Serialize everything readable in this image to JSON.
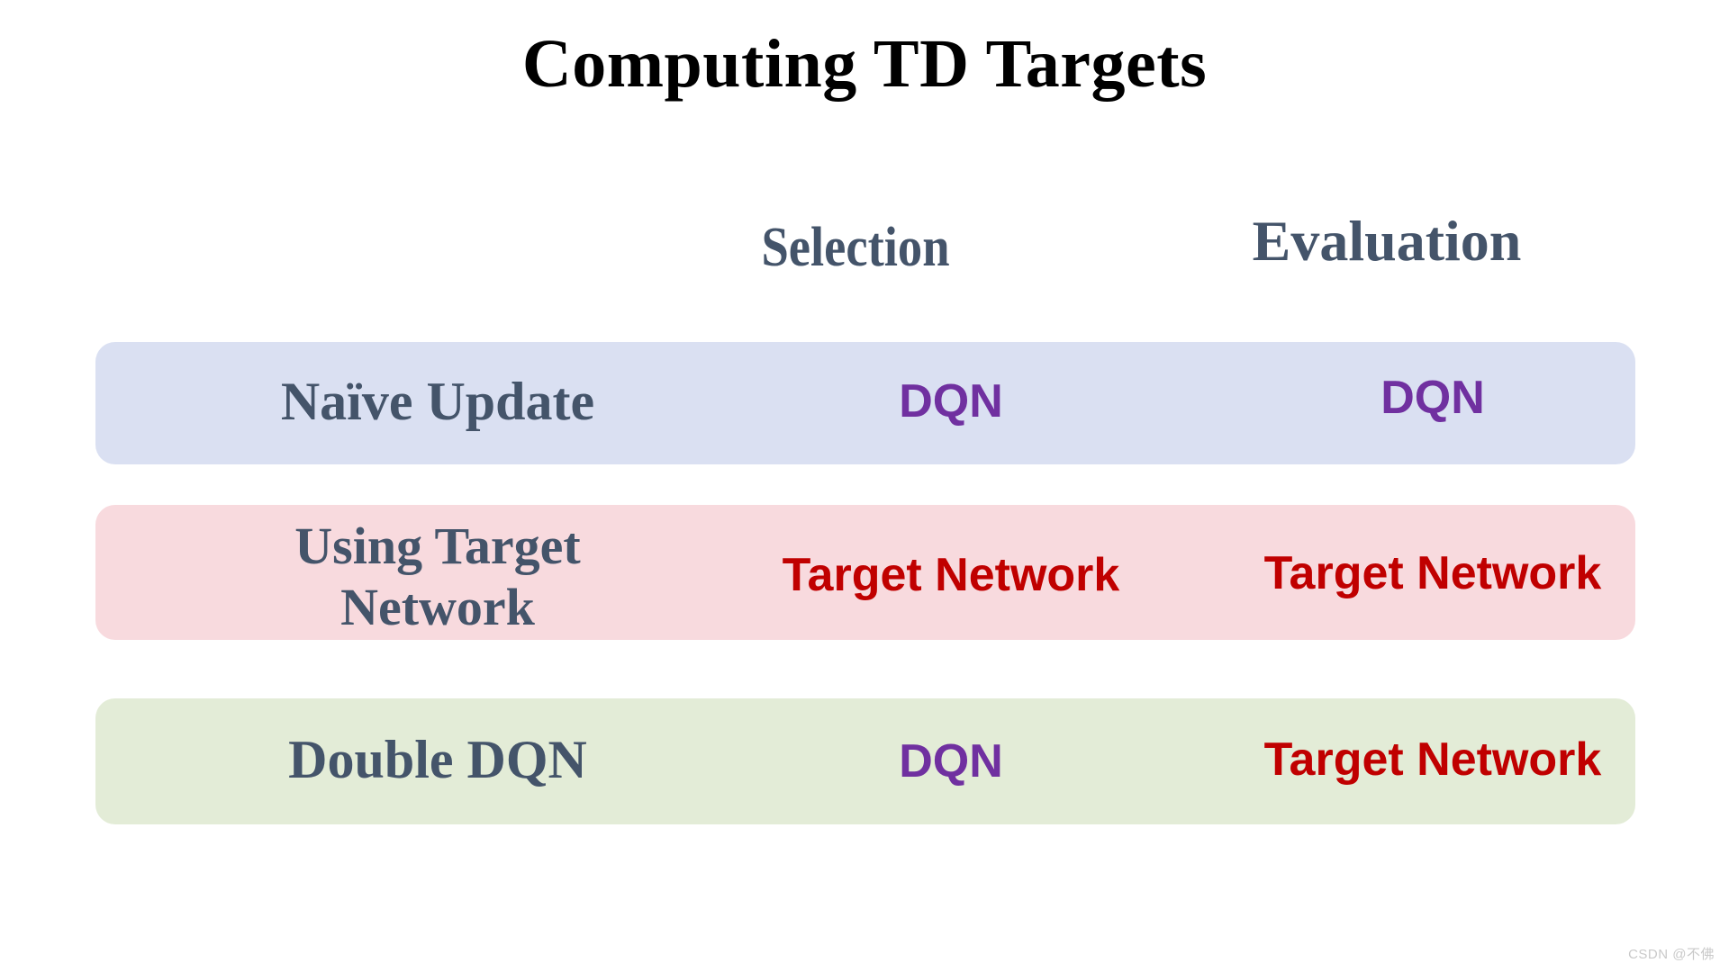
{
  "slide": {
    "title": "Computing TD Targets",
    "title_color": "#000000",
    "background": "#ffffff"
  },
  "table": {
    "column_headers": [
      {
        "label": "Selection",
        "color": "#44546a"
      },
      {
        "label": "Evaluation",
        "color": "#44546a"
      }
    ],
    "row_label_color": "#44546a",
    "rows": [
      {
        "label": "Naïve Update",
        "band_color": "#dae0f2",
        "selection": {
          "text": "DQN",
          "color": "#7030a0"
        },
        "evaluation": {
          "text": "DQN",
          "color": "#7030a0"
        }
      },
      {
        "label": "Using Target\nNetwork",
        "band_color": "#f8dade",
        "selection": {
          "text": "Target Network",
          "color": "#c00000"
        },
        "evaluation": {
          "text": "Target Network",
          "color": "#c00000"
        }
      },
      {
        "label": "Double DQN",
        "band_color": "#e3ecd7",
        "selection": {
          "text": "DQN",
          "color": "#7030a0"
        },
        "evaluation": {
          "text": "Target Network",
          "color": "#c00000"
        }
      }
    ]
  },
  "watermark": {
    "text": "CSDN @不佛"
  }
}
